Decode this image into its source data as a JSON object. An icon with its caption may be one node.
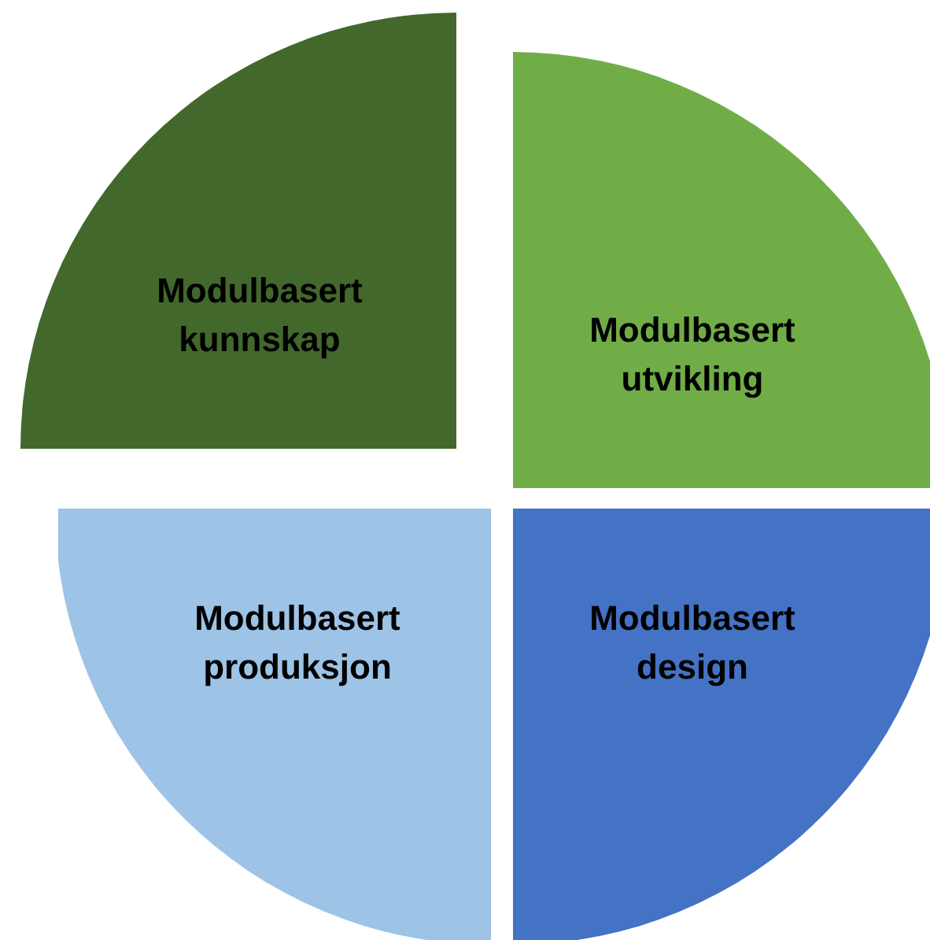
{
  "diagram": {
    "nodes": [
      {
        "text": [
          "Modulbasert kunnskap"
        ]
      },
      {
        "text": [
          "Modulbasert utvikling"
        ]
      },
      {
        "text": [
          "Modulbasert produksjon"
        ]
      },
      {
        "text": [
          "Modulbasert design"
        ]
      }
    ]
  }
}
